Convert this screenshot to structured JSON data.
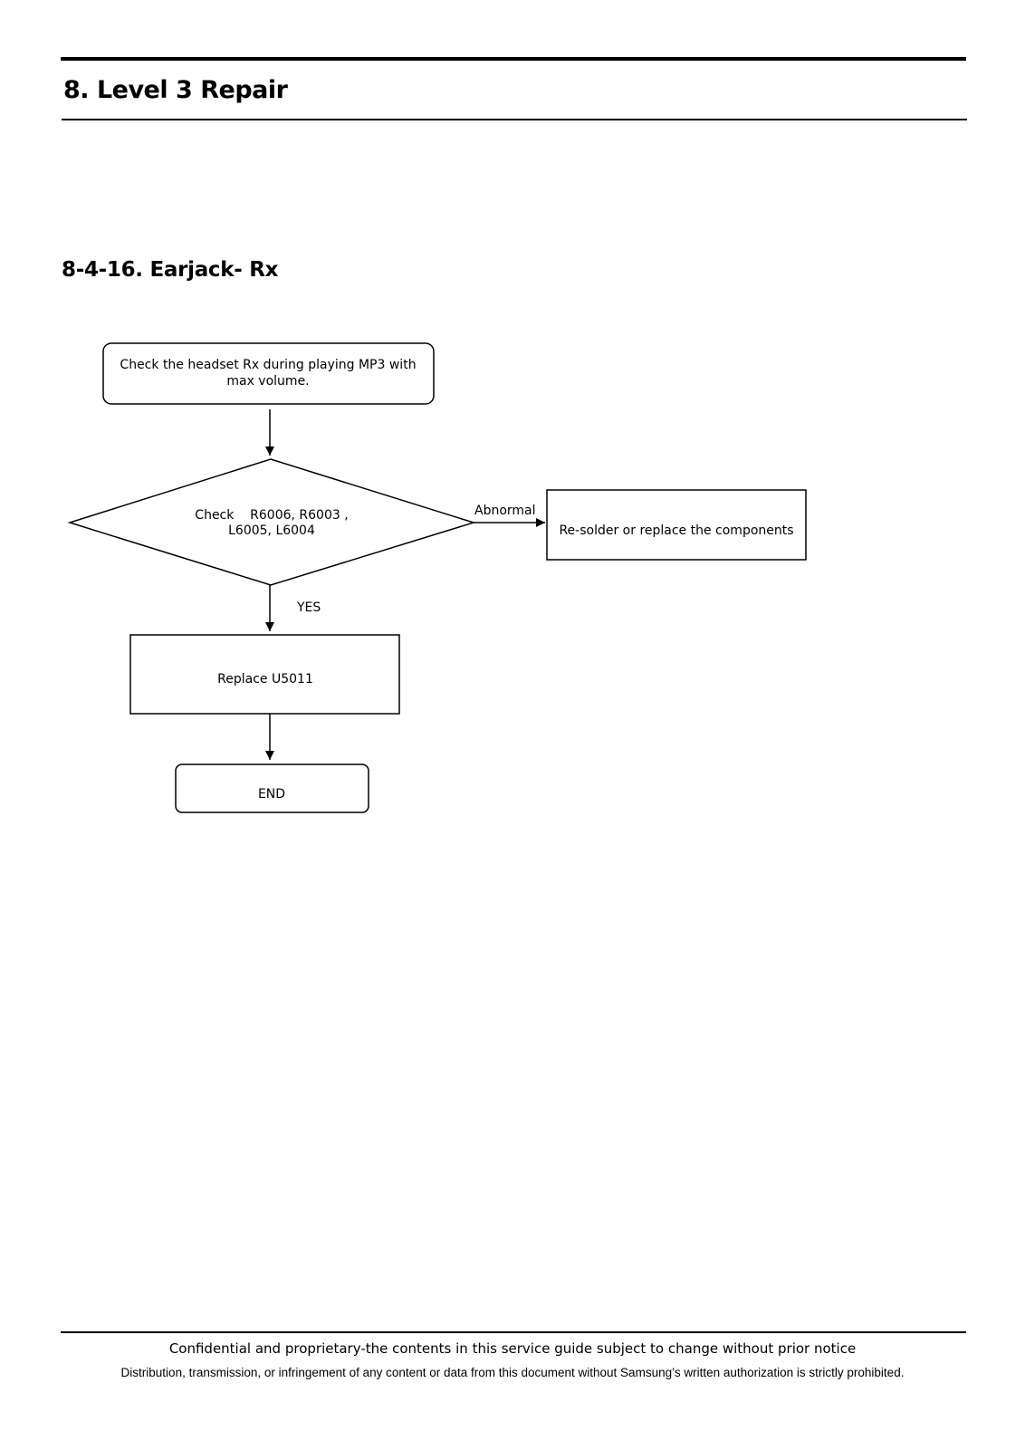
{
  "header": {
    "title": "8. Level 3 Repair"
  },
  "section": {
    "title": "8-4-16. Earjack- Rx"
  },
  "flowchart": {
    "start": {
      "line1": "Check the headset Rx during playing MP3 with",
      "line2": "max volume."
    },
    "decision": {
      "line1": "Check    R6006, R6003 ,",
      "line2": "L6005, L6004"
    },
    "abnormal_label": "Abnormal",
    "abnormal_action": "Re-solder or replace the components",
    "yes_label": "YES",
    "replace_step": "Replace U5011",
    "end": "END"
  },
  "footer": {
    "notice": "Confidential and proprietary-the contents in this service guide subject to change without prior notice",
    "distribution": "Distribution, transmission, or infringement of any content or data from this document without Samsung’s written authorization is strictly prohibited."
  }
}
